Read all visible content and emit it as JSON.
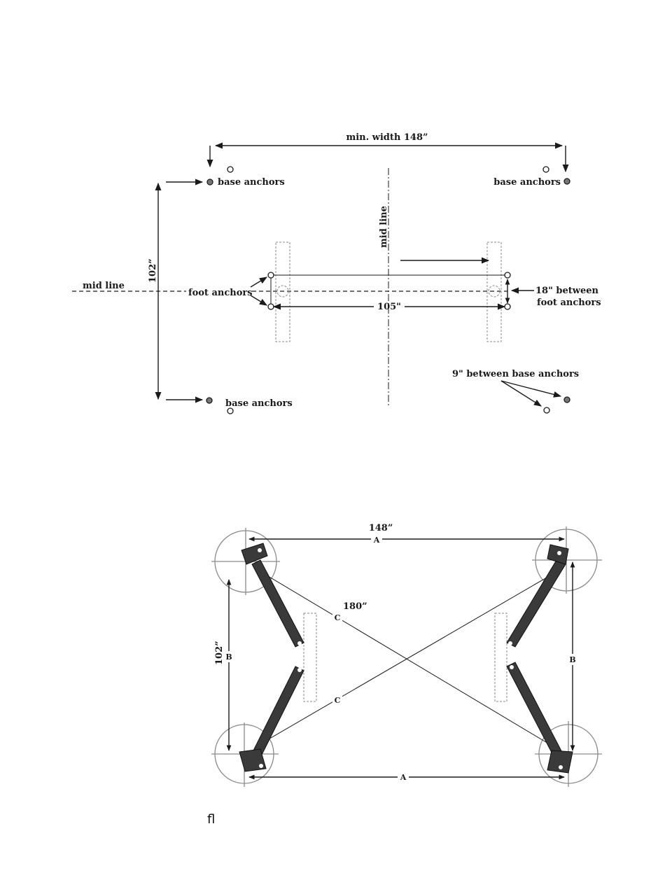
{
  "top": {
    "min_width": "min. width 148”",
    "base_anchors": "base anchors",
    "mid_line_vertical": "mid line",
    "mid_line_horizontal": "mid line",
    "height_102": "102”",
    "foot_anchors": "foot anchors",
    "dim_105": "105\"",
    "between_foot_1": "18\" between",
    "between_foot_2": "foot anchors",
    "between_base": "9\" between base anchors"
  },
  "bottom": {
    "width_148": "148”",
    "label_a": "A",
    "label_b": "B",
    "label_c": "C",
    "diag_180": "180”",
    "height_102": "102”"
  },
  "footer_glyph": "ﬂ"
}
